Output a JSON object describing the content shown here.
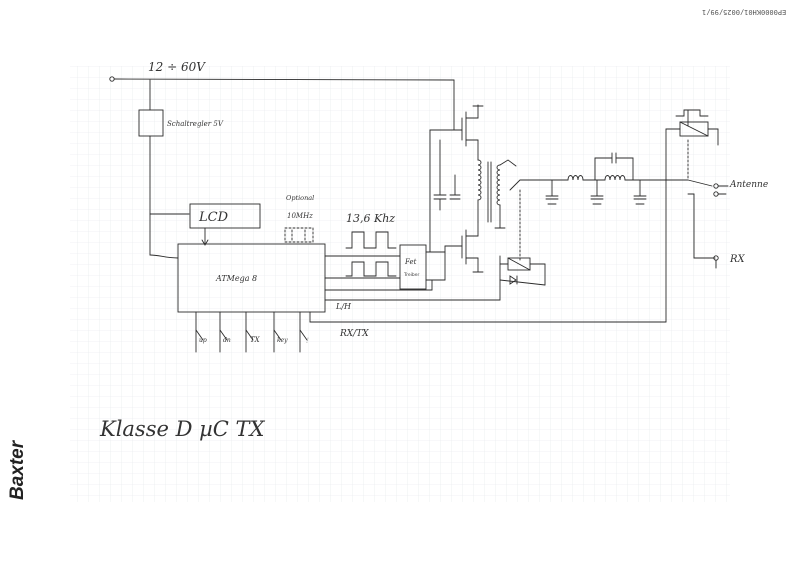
{
  "header": {
    "doc_id": "EP0000KH01/0025/99/1"
  },
  "brand": {
    "name": "Baxter"
  },
  "schematic": {
    "supply_label": "12 ÷ 60V",
    "regulator_label": "Schaltregler 5V",
    "lcd_label": "LCD",
    "mcu_label": "ATMega 8",
    "optional_label": "Optional",
    "crystal_label": "10MHz",
    "frequency_label": "13,6 Khz",
    "fet_label": "Fet",
    "fet_label2": "Treiber",
    "lh_label": "L/H",
    "rxtx_label": "RX/TX",
    "antenna_label": "Antenne",
    "rx_label": "RX",
    "buttons": [
      "up",
      "dn",
      "TX",
      "key",
      "⋮"
    ],
    "title": "Klasse D   µC  TX"
  },
  "colors": {
    "ink": "#2b2b2b",
    "grid": "#e3e6ea",
    "paper": "#ffffff"
  }
}
